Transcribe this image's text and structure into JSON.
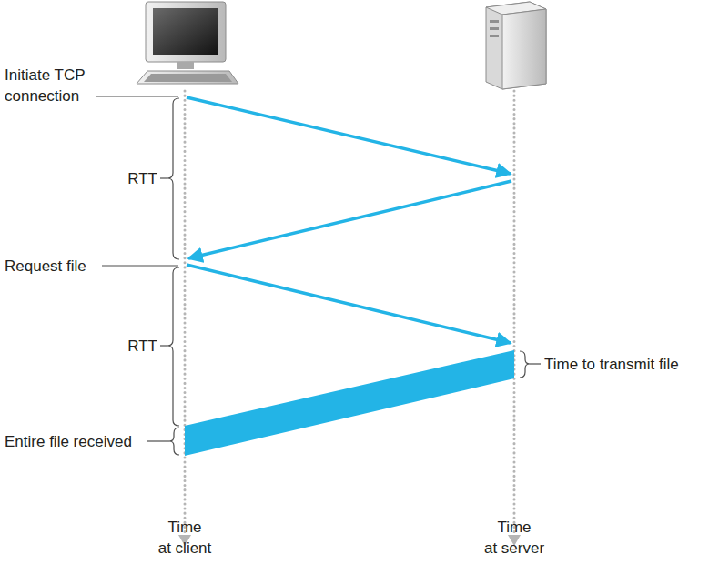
{
  "diagram": {
    "labels": [
      "Initiate TCP connection",
      "RTT",
      "Request file",
      "RTT",
      "Time to transmit file",
      "Entire file received",
      "Time at client",
      "Time at server"
    ]
  }
}
